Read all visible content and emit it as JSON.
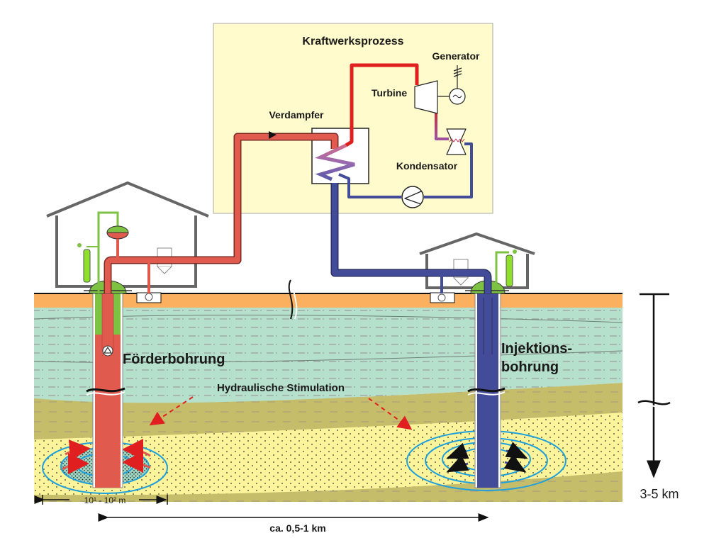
{
  "title": "Kraftwerksprozess",
  "labels": {
    "power_process": "Kraftwerksprozess",
    "generator": "Generator",
    "turbine": "Turbine",
    "evaporator": "Verdampfer",
    "condenser": "Kondensator",
    "production_well": "Förderbohrung",
    "injection_well_line1": "Injektions-",
    "injection_well_line2": "bohrung",
    "hydraulic_stimulation": "Hydraulische Stimulation",
    "fracture_extent": "10¹ - 10² m",
    "well_distance": "ca. 0,5-1 km",
    "depth": "3-5 km"
  },
  "colors": {
    "hot_pipe": "#e05a4e",
    "hot_pipe_power": "#e0201e",
    "cold_pipe": "#434c98",
    "process_box": "#fffbcc",
    "surface_soil": "#fbb060",
    "upper_layer": "#b5e0cb",
    "middle_layer": "#c6bd6a",
    "reservoir_layer": "#fbf49a",
    "wellhead_green": "#7dc242",
    "fracture_blue": "#1fa0dc",
    "stimulation_arrow": "#e02020"
  }
}
